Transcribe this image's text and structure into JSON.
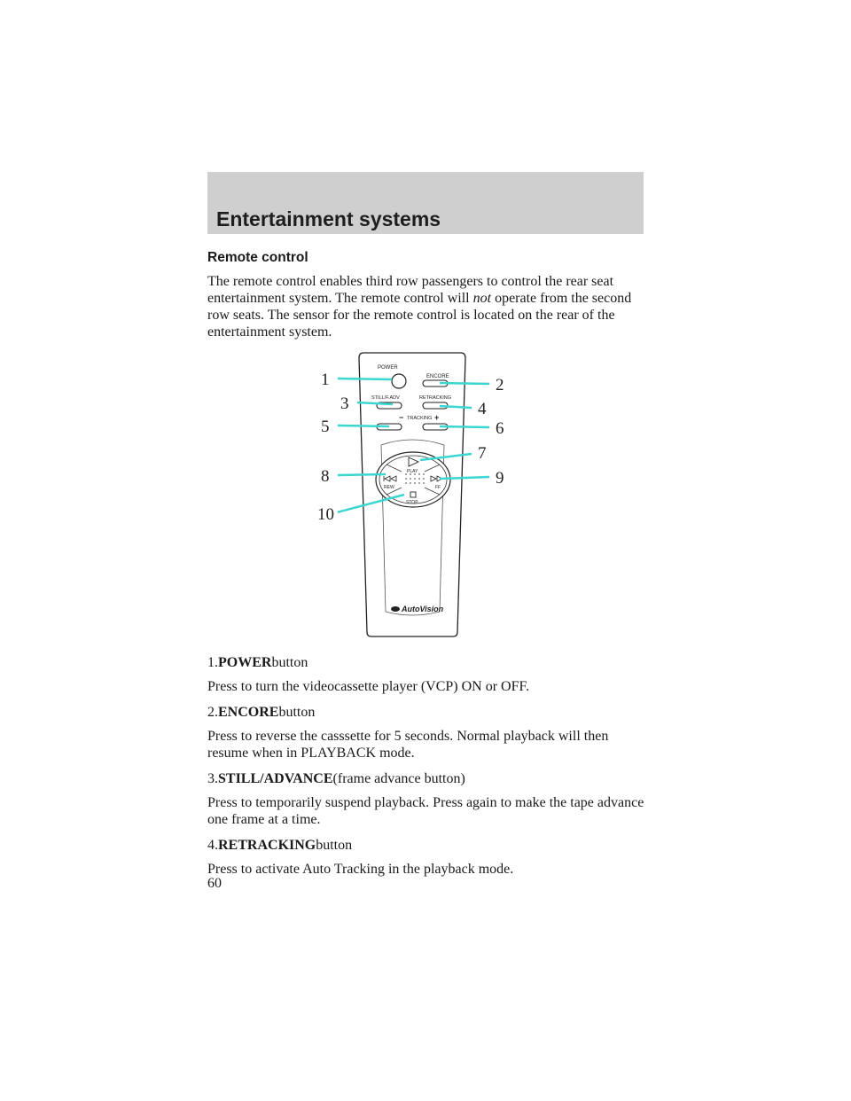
{
  "header": {
    "section_title": "Entertainment systems"
  },
  "section": {
    "heading": "Remote control",
    "intro_part1": "The remote control enables third row passengers to control the rear seat entertainment system. The remote control will ",
    "intro_italic": "not",
    "intro_part2": "operate from the second row seats. The sensor for the remote control is located on the rear of the entertainment system."
  },
  "figure": {
    "remote_labels": {
      "power": "POWER",
      "encore": "ENCORE",
      "still_adv": "STILL/F.ADV",
      "retracking": "RETRACKING",
      "tracking": "TRACKING",
      "minus": "−",
      "plus": "+",
      "play": "PLAY",
      "rew": "REW",
      "ff": "FF",
      "stop": "STOP",
      "brand": "AutoVision"
    },
    "callouts": [
      "1",
      "2",
      "3",
      "4",
      "5",
      "6",
      "7",
      "8",
      "9",
      "10"
    ],
    "line_color": "#3ad6d0"
  },
  "items": [
    {
      "number": "1.",
      "name": "POWER",
      "suffix": "button",
      "description": "Press to turn the videocassette player (VCP) ON or OFF."
    },
    {
      "number": "2.",
      "name": "ENCORE",
      "suffix": "button",
      "description": "Press to reverse the casssette for 5 seconds. Normal playback will then resume when in PLAYBACK mode."
    },
    {
      "number": "3.",
      "name": "STILL/ADVANCE",
      "suffix": "(frame advance button)",
      "description": "Press to temporarily suspend playback. Press again to make the tape advance one frame at a time."
    },
    {
      "number": "4.",
      "name": "RETRACKING",
      "suffix": "button",
      "description": "Press to activate Auto Tracking in the playback mode."
    }
  ],
  "footer": {
    "page_number": "60"
  }
}
